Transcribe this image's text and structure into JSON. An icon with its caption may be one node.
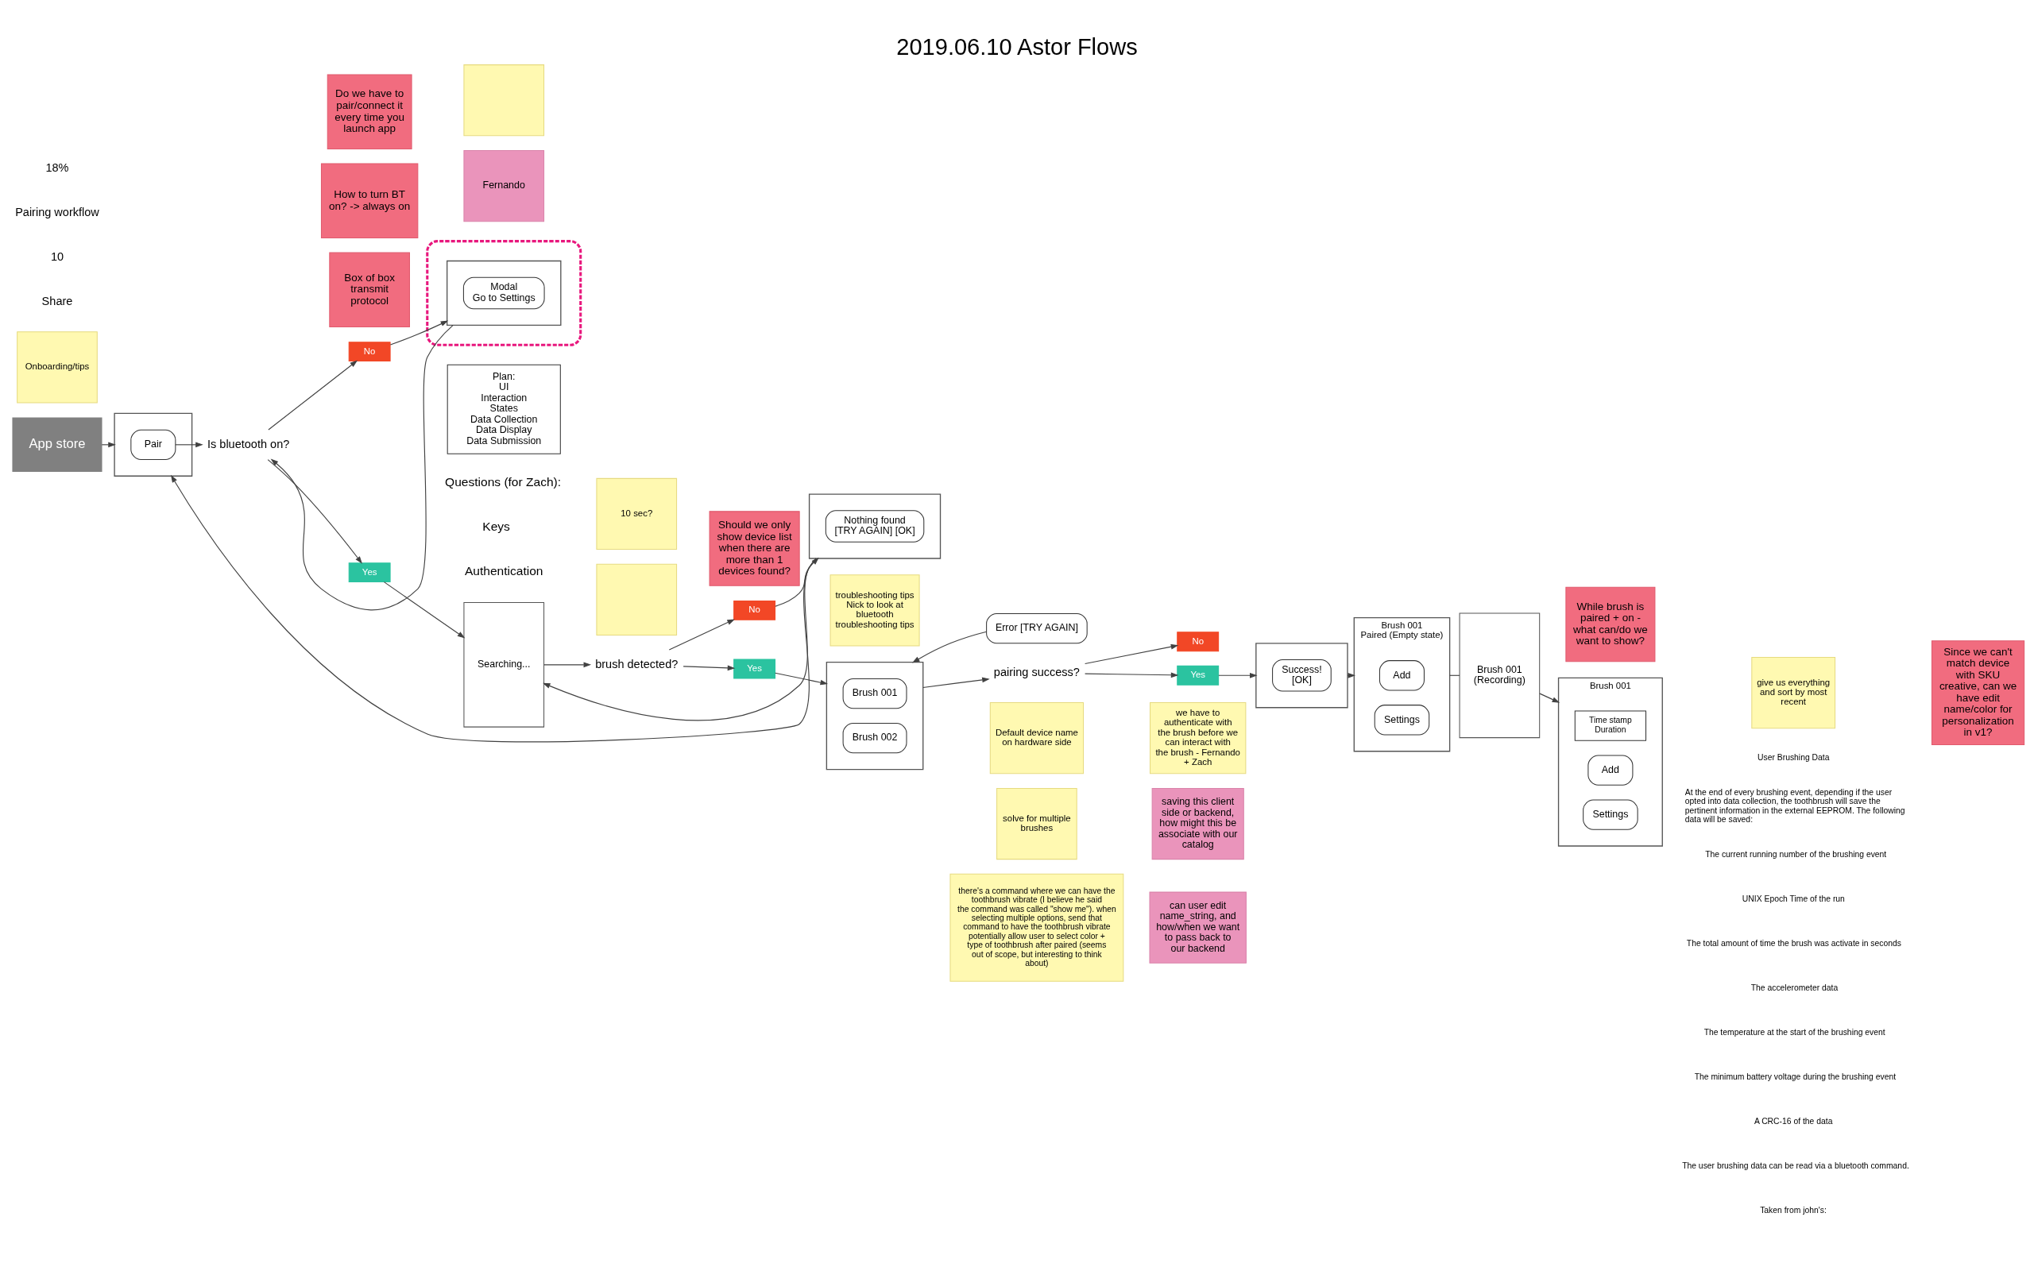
{
  "diagram": {
    "title": "2019.06.10 Astor Flows",
    "nodes": [
      {
        "text": [
          "App store"
        ]
      },
      {
        "text": [
          "Onboarding/tips"
        ]
      },
      {
        "text": [],
        "shape": "box"
      },
      {
        "text": [
          "Pair"
        ],
        "in": 2
      },
      {
        "text": [
          "Is bluetooth on?"
        ]
      },
      {
        "text": [
          "No"
        ]
      },
      {
        "text": [
          "Yes"
        ]
      },
      {
        "text": [
          "Box of box transmit protocol"
        ]
      },
      {
        "text": [
          "How to turn BT on? -> always on"
        ]
      },
      {
        "text": [
          "Do we have to pair/connect it every time you launch app"
        ]
      },
      {
        "text": [],
        "shape": "box"
      },
      {
        "text": [
          "Fernando"
        ]
      },
      {
        "text": [],
        "shape": "box"
      },
      {
        "text": [],
        "shape": "box",
        "in": 12
      },
      {
        "text": [
          "Modal",
          "Go to Settings"
        ],
        "in": 13
      },
      {
        "text": [
          "Plan:",
          "UI",
          "Interaction",
          "States",
          "Data Collection",
          "Data Display",
          "Data Submission"
        ]
      },
      {
        "text": [
          "Searching..."
        ]
      },
      {
        "text": [
          "brush detected?"
        ]
      },
      {
        "text": [],
        "shape": "box"
      },
      {
        "text": [
          "10 sec?"
        ]
      },
      {
        "text": [
          "No"
        ]
      },
      {
        "text": [
          "Yes"
        ]
      },
      {
        "text": [],
        "shape": "box"
      },
      {
        "text": [
          "Nothing found",
          "[TRY AGAIN] [OK]"
        ],
        "in": 22
      },
      {
        "text": [
          "troubleshooting tips",
          "Nick to look at bluetooth troubleshooting tips"
        ]
      },
      {
        "text": [
          "Should we only show device list when there are more than 1 devices found?"
        ]
      },
      {
        "text": [],
        "shape": "box"
      },
      {
        "text": [
          "Brush 001"
        ],
        "in": 26
      },
      {
        "text": [
          "Brush 002"
        ],
        "in": 26
      },
      {
        "text": [
          "Default device name on hardware side"
        ]
      },
      {
        "text": [
          "solve for multiple brushes"
        ]
      },
      {
        "text": [
          "there's a command where we can have the toothbrush vibrate (I believe he said the command was called \"show me\"). when selecting multiple options, send that command to have the toothbrush vibrate",
          "potentially allow user to select color + type of toothbrush after paired (seems out of scope, but interesting to think about)"
        ]
      },
      {
        "text": [
          "Error [TRY AGAIN]"
        ]
      },
      {
        "text": [
          "we have to authenticate with the brush before we can interact with the brush - Fernando + Zach"
        ]
      },
      {
        "text": [
          "saving this client side or backend, how might this be associate with our catalog"
        ]
      },
      {
        "text": [
          "can user edit name_string, and how/when we want to pass back to our backend"
        ]
      },
      {
        "text": [
          "pairing success?"
        ]
      },
      {
        "text": [
          "No"
        ]
      },
      {
        "text": [
          "Yes"
        ]
      },
      {
        "text": [],
        "shape": "box"
      },
      {
        "text": [
          "Success!",
          "[OK]"
        ],
        "in": 39
      },
      {
        "text": [
          "Brush 001",
          "Paired (Empty state)"
        ]
      },
      {
        "text": [
          "Add"
        ],
        "in": 41
      },
      {
        "text": [
          "Settings"
        ],
        "in": 41
      },
      {
        "text": [
          "Brush 001",
          "(Recording)"
        ]
      },
      {
        "text": [
          "While brush is paired + on - what can/do we want to show?"
        ]
      },
      {
        "text": [
          "Brush 001"
        ]
      },
      {
        "text": [
          "Time stamp",
          "Duration"
        ],
        "in": 46
      },
      {
        "text": [
          "Add"
        ],
        "in": 46
      },
      {
        "text": [
          "Settings"
        ],
        "in": 46
      },
      {
        "text": [
          "give us everything and sort by most recent"
        ]
      },
      {
        "text": [
          "Since we can't match device with SKU creative, can we have edit name/color for personalization in v1?"
        ]
      }
    ],
    "edges": [
      {
        "from": 0,
        "to": 2,
        "arrow": "to"
      },
      {
        "from": 3,
        "to": 4,
        "arrow": "to"
      },
      {
        "from": 4,
        "to": 5,
        "arrow": "to"
      },
      {
        "from": 4,
        "to": 6,
        "arrow": "to"
      },
      {
        "from": 5,
        "to": 13,
        "arrow": "to"
      },
      {
        "from": 13,
        "to": 4,
        "arrow": "to"
      },
      {
        "from": 6,
        "to": 16,
        "arrow": "to"
      },
      {
        "from": 16,
        "to": 17,
        "arrow": "to"
      },
      {
        "from": 17,
        "to": 20,
        "arrow": "to"
      },
      {
        "from": 17,
        "to": 21,
        "arrow": "to"
      },
      {
        "from": 20,
        "to": 22,
        "arrow": "to"
      },
      {
        "from": 22,
        "to": 16,
        "arrow": "to"
      },
      {
        "from": 22,
        "to": 2,
        "arrow": "to"
      },
      {
        "from": 21,
        "to": 26,
        "arrow": "to"
      },
      {
        "from": 26,
        "to": 36,
        "arrow": "to"
      },
      {
        "from": 36,
        "to": 37,
        "arrow": "to"
      },
      {
        "from": 36,
        "to": 38,
        "arrow": "to"
      },
      {
        "from": 32,
        "to": 26,
        "arrow": "to"
      },
      {
        "from": 38,
        "to": 39,
        "arrow": "to"
      },
      {
        "from": 39,
        "to": 41,
        "arrow": "to"
      },
      {
        "from": 41,
        "to": 44,
        "arrow": "none"
      },
      {
        "from": 44,
        "to": 46,
        "arrow": "to"
      }
    ],
    "labels": [
      "Share",
      "10",
      "Questions (for Zach):",
      "Keys",
      "Authentication",
      "User Brushing Data",
      "At the end of every brushing event, depending if the user opted into data collection, the toothbrush will save the pertinent information in the external EEPROM. The following data will be saved:",
      "The current running number of the brushing event",
      "UNIX Epoch Time of the run",
      "The total amount of time the brush was activate in seconds",
      "The accelerometer data",
      "The temperature at the start of the brushing event",
      "The minimum battery voltage during the brushing event",
      "A CRC-16 of the data",
      "The user brushing data can be read via a bluetooth command.",
      "Taken from john's:",
      "Pairing workflow",
      "18%"
    ]
  }
}
